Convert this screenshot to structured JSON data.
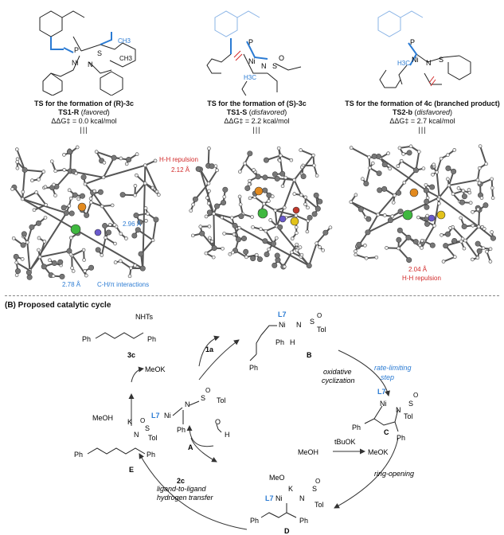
{
  "panelA": {
    "ts": [
      {
        "title": "TS for the formation of (R)-3c",
        "id": "TS1-R",
        "state": "favored",
        "energy": "ΔΔG‡ = 0.0 kcal/mol"
      },
      {
        "title": "TS for the formation of (S)-3c",
        "id": "TS1-S",
        "state": "disfavored",
        "energy": "ΔΔG‡ = 2.2 kcal/mol"
      },
      {
        "title": "TS for the formation of 4c (branched product)",
        "id": "TS2-b",
        "state": "disfavored",
        "energy": "ΔΔG‡ = 2.7 kcal/mol"
      }
    ],
    "annotations": {
      "ts1r_dist1": "2.96 Å",
      "ts1r_dist2": "2.78 Å",
      "ts1r_interaction": "C-H/π interactions",
      "ts1s_repulsion": "H-H repulsion",
      "ts1s_dist": "2.12 Å",
      "ts2b_dist": "2.04 Å",
      "ts2b_repulsion": "H-H repulsion"
    },
    "struct_labels": {
      "P": "P",
      "Ni": "Ni",
      "N": "N",
      "S": "S",
      "O": "O",
      "CH3": "CH3",
      "H3C": "H3C"
    }
  },
  "panelB": {
    "title": "(B) Proposed catalytic cycle",
    "compound_3c": {
      "label": "3c",
      "nhts": "NHTs",
      "ph1": "Ph",
      "ph2": "Ph"
    },
    "reagent_1a": "1a",
    "reagent_2c": "2c",
    "intermediates": {
      "A": {
        "label": "A",
        "ligand": "L7",
        "metal": "Ni",
        "n": "N",
        "s": "S",
        "o": "O",
        "tol": "Tol",
        "ph": "Ph"
      },
      "B": {
        "label": "B",
        "ligand": "L7",
        "metal": "Ni",
        "n": "N",
        "s": "S",
        "o": "O",
        "tol": "Tol",
        "ph": "Ph",
        "ph2": "Ph",
        "h": "H"
      },
      "C": {
        "label": "C",
        "ligand": "L7",
        "metal": "Ni",
        "n": "N",
        "s": "S",
        "o": "O",
        "tol": "Tol",
        "ph": "Ph",
        "ph2": "Ph"
      },
      "D": {
        "label": "D",
        "ligand": "L7",
        "metal": "Ni",
        "meo": "MeO",
        "k": "K",
        "n": "N",
        "s": "S",
        "o": "O",
        "tol": "Tol",
        "ph": "Ph",
        "ph2": "Ph"
      },
      "E": {
        "label": "E",
        "k": "K",
        "n": "N",
        "s": "S",
        "o": "O",
        "tol": "Tol",
        "ph": "Ph",
        "ph2": "Ph"
      }
    },
    "steps": {
      "oxidative": "oxidative",
      "cyclization": "cyclization",
      "rate_limiting": "rate-limiting",
      "step": "step",
      "ring_opening": "ring-opening",
      "ltl1": "ligand-to-ligand",
      "ltl2": "hydrogen transfer"
    },
    "reagents": {
      "meoh1": "MeOH",
      "meok1": "MeOK",
      "meoh2": "MeOH",
      "tbuok": "tBuOK",
      "meok2": "MeOK",
      "formaldehyde_h": "H",
      "formaldehyde_o": "O"
    }
  }
}
